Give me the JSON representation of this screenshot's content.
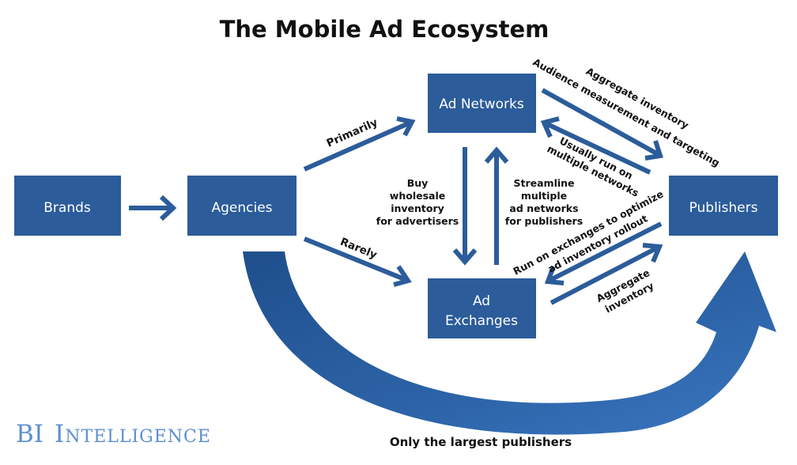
{
  "title": "The Mobile Ad Ecosystem",
  "nodes": {
    "brands": "Brands",
    "agencies": "Agencies",
    "ad_networks": "Ad Networks",
    "ad_exchanges": [
      "Ad",
      "Exchanges"
    ],
    "publishers": "Publishers"
  },
  "edge_labels": {
    "primarily": "Primarily",
    "rarely": "Rarely",
    "buy_wholesale": [
      "Buy",
      "wholesale",
      "inventory",
      "for advertisers"
    ],
    "streamline": [
      "Streamline",
      "multiple",
      "ad networks",
      "for publishers"
    ],
    "aggregate_inventory_top": "Aggregate inventory",
    "audience_measurement": "Audience measurement and targeting",
    "usually_run_on": [
      "Usually run on",
      "multiple networks"
    ],
    "run_on_exchanges": [
      "Run on exchanges to optimize",
      "ad inventory rollout"
    ],
    "aggregate_inventory_bottom": [
      "Aggregate",
      "inventory"
    ],
    "only_largest": "Only the largest publishers"
  },
  "logo": {
    "first": "BI",
    "second": "Intelligence"
  },
  "colors": {
    "box": "#2c5c9a",
    "arrow": "#2c5c9a",
    "logo": "#5d8fd0"
  }
}
